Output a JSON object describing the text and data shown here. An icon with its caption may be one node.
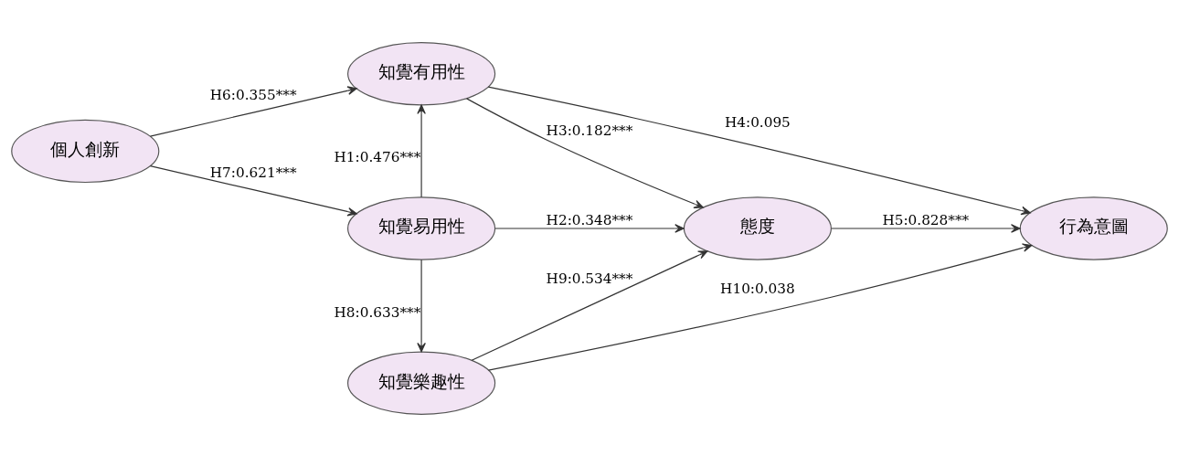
{
  "diagram": {
    "nodes": [
      {
        "text": [
          "個人創新"
        ]
      },
      {
        "text": [
          "知覺有用性"
        ]
      },
      {
        "text": [
          "知覺易用性"
        ]
      },
      {
        "text": [
          "知覺樂趣性"
        ]
      },
      {
        "text": [
          "態度"
        ]
      },
      {
        "text": [
          "行為意圖"
        ]
      }
    ],
    "edges": [
      {
        "from": 0,
        "to": 1,
        "arrow": "to",
        "label": "H6:0.355***"
      },
      {
        "from": 0,
        "to": 2,
        "arrow": "to",
        "label": "H7:0.621***"
      },
      {
        "from": 2,
        "to": 1,
        "arrow": "to",
        "label": "H1:0.476***"
      },
      {
        "from": 2,
        "to": 3,
        "arrow": "to",
        "label": "H8:0.633***"
      },
      {
        "from": 1,
        "to": 4,
        "arrow": "to",
        "label": "H3:0.182***"
      },
      {
        "from": 1,
        "to": 5,
        "arrow": "to",
        "label": "H4:0.095"
      },
      {
        "from": 2,
        "to": 4,
        "arrow": "to",
        "label": "H2:0.348***"
      },
      {
        "from": 3,
        "to": 4,
        "arrow": "to",
        "label": "H9:0.534***"
      },
      {
        "from": 3,
        "to": 5,
        "arrow": "to",
        "label": "H10:0.038"
      },
      {
        "from": 4,
        "to": 5,
        "arrow": "to",
        "label": "H5:0.828***"
      }
    ]
  }
}
